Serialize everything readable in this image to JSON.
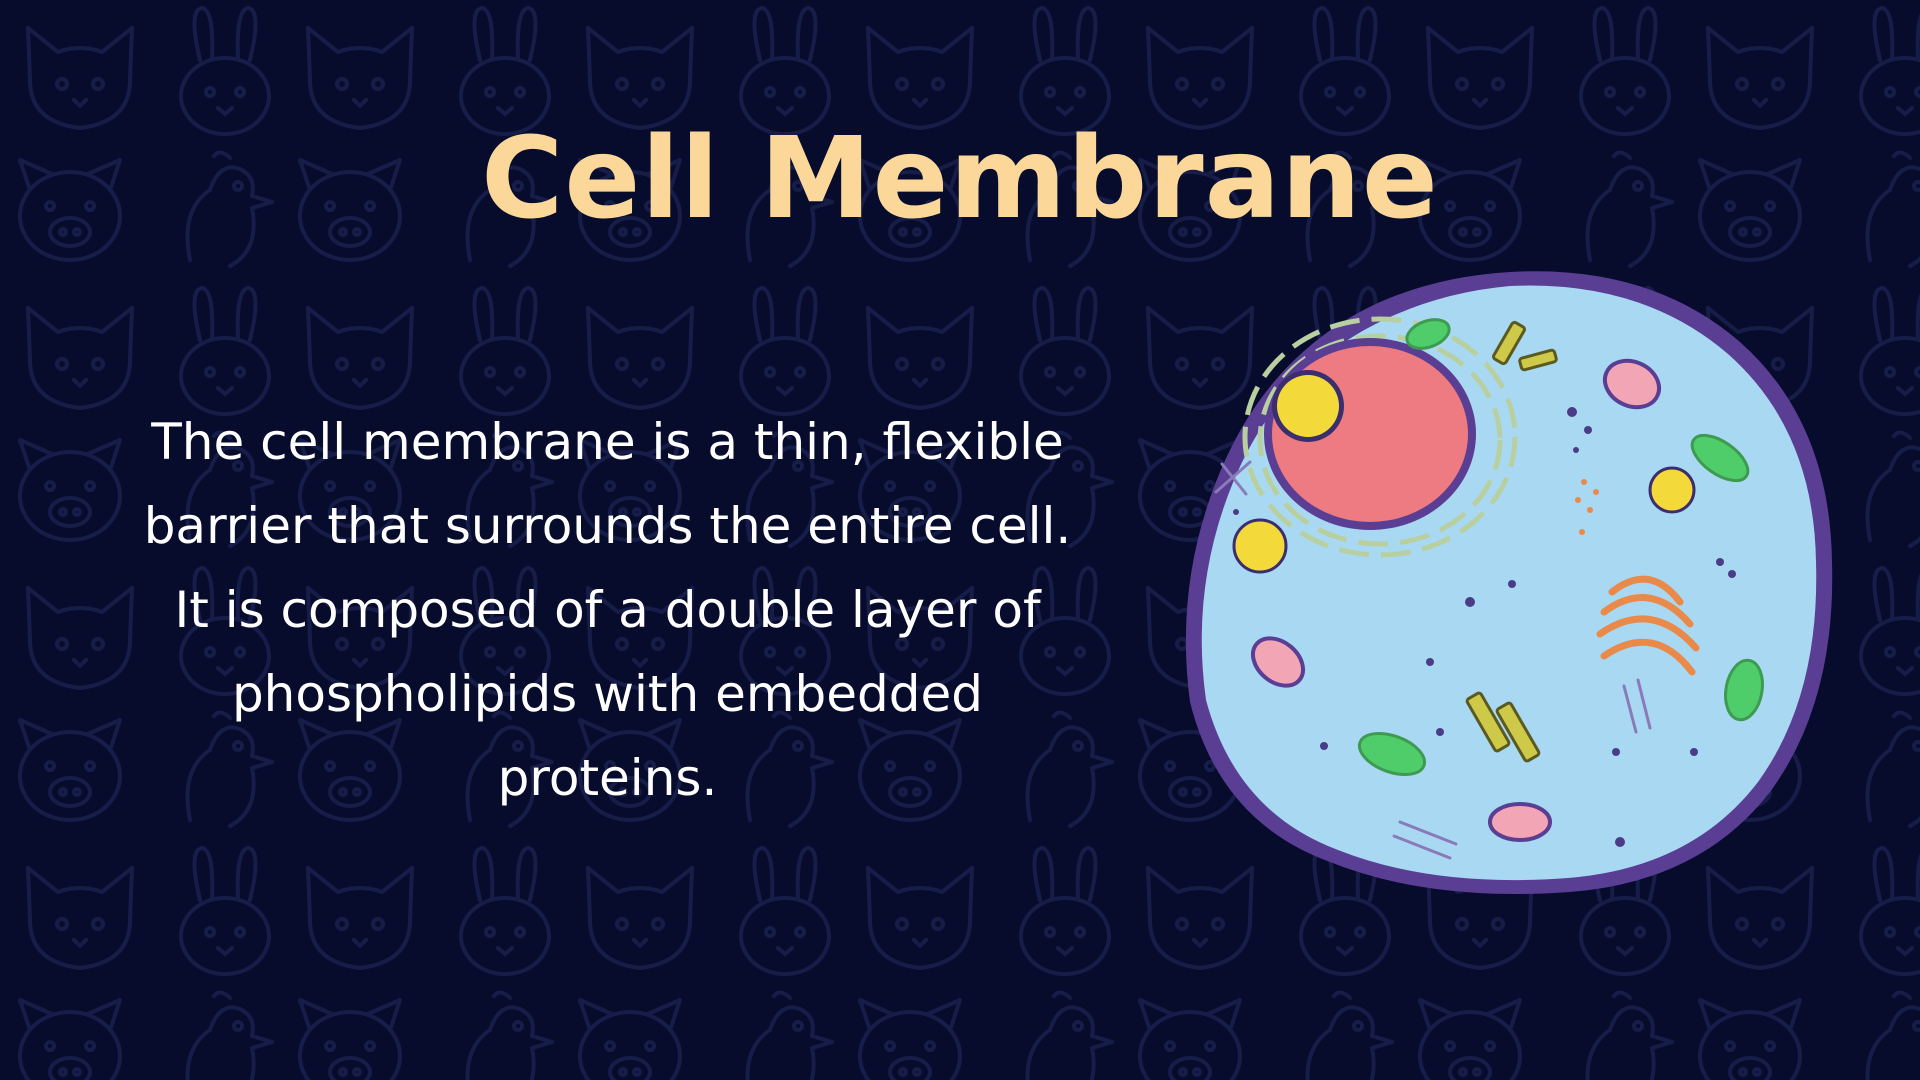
{
  "slide": {
    "title": "Cell Membrane",
    "body": "The cell membrane is a thin, flexible barrier that surrounds the entire cell. It is composed of a double layer of phospholipids with embedded proteins."
  },
  "colors": {
    "background": "#070b2c",
    "title": "#fbd79a",
    "body_text": "#ffffff",
    "pattern_stroke": "#161d48",
    "membrane": "#5a3e94",
    "cytoplasm": "#a9d9f2",
    "nucleus": "#ee7a82",
    "nucleolus": "#f4d93b",
    "er": "#b8cfa0",
    "mitochondria": "#f2a6b5",
    "chloroplast": "#4fcd6a",
    "golgi": "#e98a4a",
    "centriole": "#cfc94a",
    "lysosome": "#f4d93b",
    "dots": "#4a3c86"
  },
  "icons": {
    "background": "animal-face-outline-pattern",
    "illustration": "animal-cell-illustration"
  }
}
